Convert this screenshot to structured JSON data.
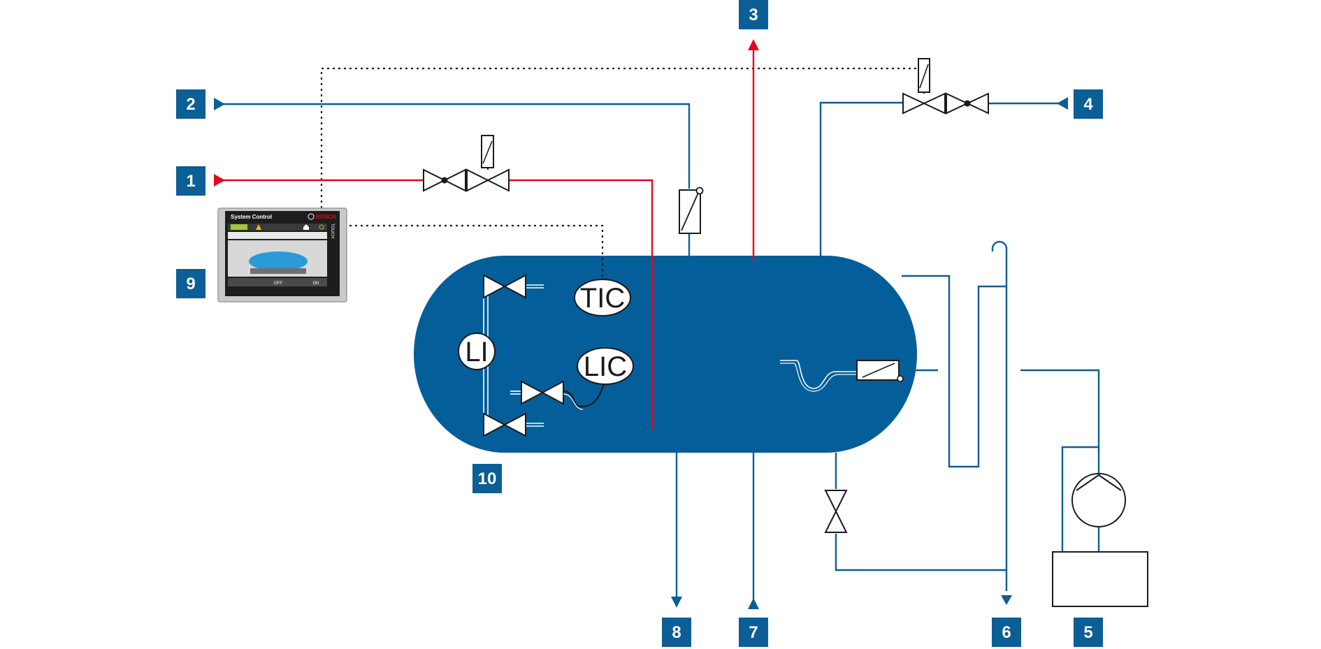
{
  "diagram": {
    "labels": {
      "l1": "1",
      "l2": "2",
      "l3": "3",
      "l4": "4",
      "l5": "5",
      "l6": "6",
      "l7": "7",
      "l8": "8",
      "l9": "9",
      "l10": "10"
    },
    "instruments": {
      "tic": "TIC",
      "li": "LI",
      "lic": "LIC"
    },
    "control_panel": {
      "title": "System Control",
      "brand": "BOSCH",
      "side": "TOUCH",
      "btn_off": "OFF",
      "btn_on": "ON"
    },
    "colors": {
      "tank": "#045e9a",
      "pipe": "#0b5e96",
      "steam": "#e3081b",
      "label_box": "#0b5e96",
      "panel_accent": "#a4c639"
    }
  }
}
